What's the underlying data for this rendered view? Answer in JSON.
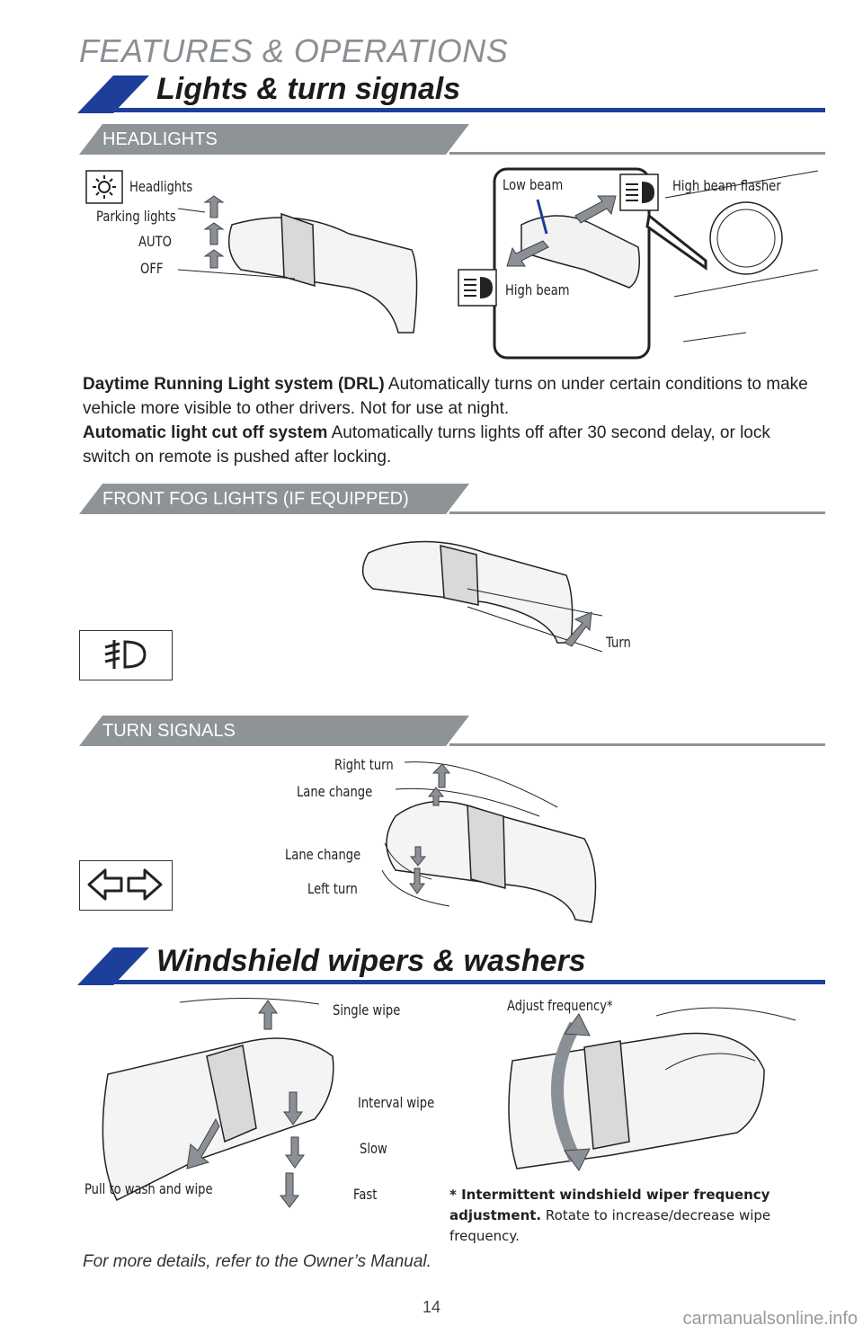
{
  "header": {
    "title": "FEATURES & OPERATIONS"
  },
  "lights": {
    "title": "Lights & turn signals",
    "headlights_banner": "HEADLIGHTS",
    "labels": {
      "headlights": "Headlights",
      "parking": "Parking lights",
      "auto": "AUTO",
      "off": "OFF",
      "low_beam": "Low beam",
      "high_beam_flasher": "High beam flasher",
      "high_beam": "High beam"
    },
    "drl_heading": "Daytime Running Light system (DRL)",
    "drl_text": " Automatically turns on under certain conditions to make vehicle more visible to other drivers. Not for use at night.",
    "cutoff_heading": "Automatic light cut off system",
    "cutoff_text": " Automatically turns lights off after 30 second delay, or lock switch on remote is pushed after locking.",
    "fog_banner": "FRONT FOG LIGHTS (IF EQUIPPED)",
    "fog_turn": "Turn",
    "turn_banner": "TURN SIGNALS",
    "turn_labels": {
      "right_turn": "Right turn",
      "lane_change_up": "Lane change",
      "lane_change_down": "Lane change",
      "left_turn": "Left turn"
    }
  },
  "wipers": {
    "title": "Windshield wipers & washers",
    "labels": {
      "single_wipe": "Single wipe",
      "interval_wipe": "Interval wipe",
      "slow": "Slow",
      "fast": "Fast",
      "pull_wash": "Pull to wash and wipe",
      "adjust_frequency": "Adjust frequency*"
    },
    "footnote_star": "* ",
    "footnote_bold": "Intermittent windshield wiper frequency adjustment.",
    "footnote_text": " Rotate to increase/decrease wipe frequency."
  },
  "footer": {
    "note": "For more details, refer to the Owner’s Manual.",
    "page_number": "14",
    "watermark": "carmanualsonline.info"
  },
  "colors": {
    "accent_blue": "#1d3f9a",
    "banner_grey": "#8e9396",
    "arrow_grey": "#8a9096"
  }
}
